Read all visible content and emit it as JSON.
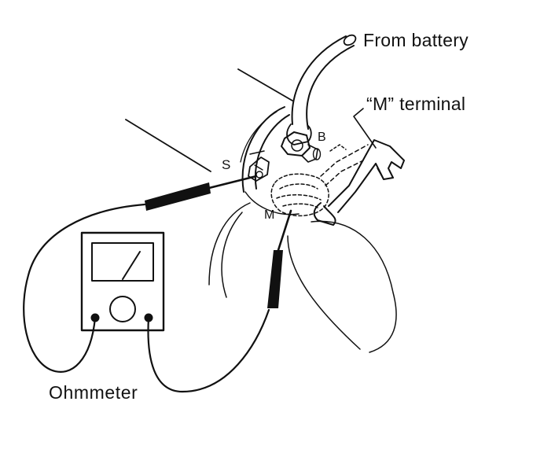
{
  "labels": {
    "from_battery": "From battery",
    "m_terminal": "“M” terminal",
    "ohmmeter": "Ohmmeter",
    "terminal_s": "S",
    "terminal_b": "B",
    "terminal_m": "M"
  },
  "colors": {
    "line": "#111111",
    "background": "#ffffff"
  }
}
